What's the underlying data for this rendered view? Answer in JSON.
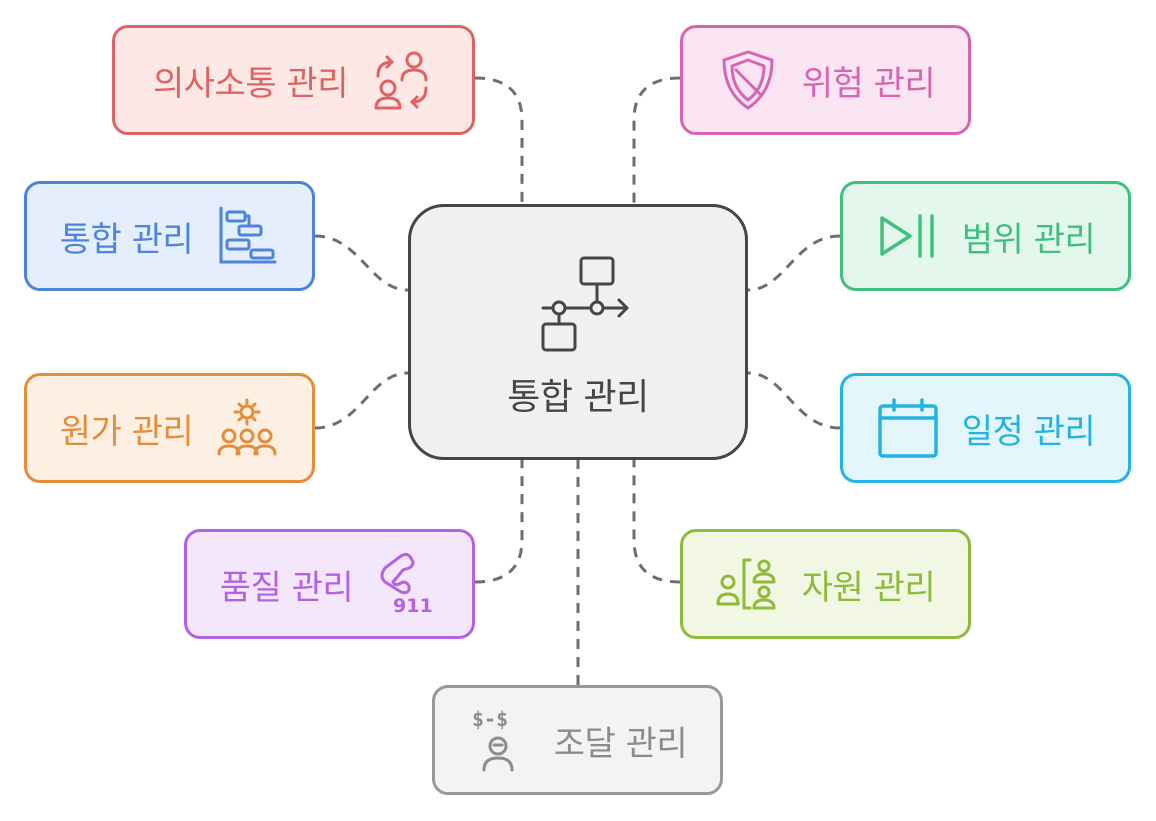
{
  "center": {
    "label": "통합 관리",
    "icon": "process-flow-icon"
  },
  "nodes": {
    "communication": {
      "label": "의사소통 관리",
      "icon": "people-exchange-icon",
      "color": "#e06363"
    },
    "risk": {
      "label": "위험 관리",
      "icon": "shield-slash-icon",
      "color": "#d864b3"
    },
    "integration": {
      "label": "통합 관리",
      "icon": "gantt-chart-icon",
      "color": "#4d84dc"
    },
    "scope": {
      "label": "범위 관리",
      "icon": "play-pause-icon",
      "color": "#3fc07f"
    },
    "cost": {
      "label": "원가 관리",
      "icon": "team-gear-icon",
      "color": "#e48d3a"
    },
    "schedule": {
      "label": "일정 관리",
      "icon": "calendar-icon",
      "color": "#22b3e3"
    },
    "quality": {
      "label": "품질 관리",
      "icon": "phone-911-icon",
      "color": "#b362e6",
      "icon_text": "911"
    },
    "resource": {
      "label": "자원 관리",
      "icon": "people-bracket-icon",
      "color": "#8cbc3a"
    },
    "procurement": {
      "label": "조달 관리",
      "icon": "person-dollar-icon",
      "color": "#8c8c8c",
      "icon_text": "$-$"
    }
  }
}
